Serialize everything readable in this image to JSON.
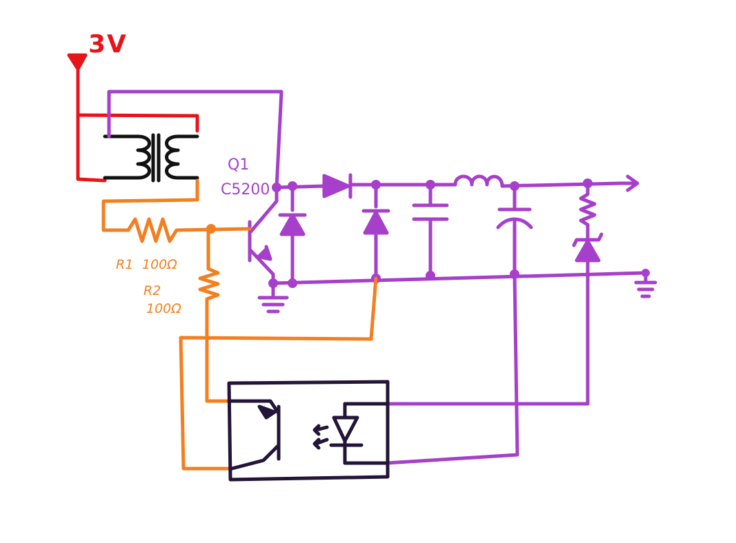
{
  "colors": {
    "supply": "#e8141b",
    "transformer": "#111111",
    "bias": "#f47f20",
    "output": "#a63fc9",
    "optocoupler": "#231538",
    "background": "#ffffff"
  },
  "supply": {
    "label": "3V"
  },
  "transistor": {
    "ref": "Q1",
    "part": "C5200"
  },
  "resistors": [
    {
      "ref": "R1",
      "value": "100Ω"
    },
    {
      "ref": "R2",
      "value": "100Ω"
    }
  ],
  "icons": [
    "supply-arrow-icon",
    "transformer-icon",
    "npn-transistor-icon",
    "diode-icon",
    "capacitor-icon",
    "electrolytic-capacitor-icon",
    "inductor-icon",
    "zener-diode-icon",
    "ground-icon",
    "optocoupler-icon",
    "led-icon",
    "phototransistor-icon",
    "output-arrow-icon"
  ]
}
